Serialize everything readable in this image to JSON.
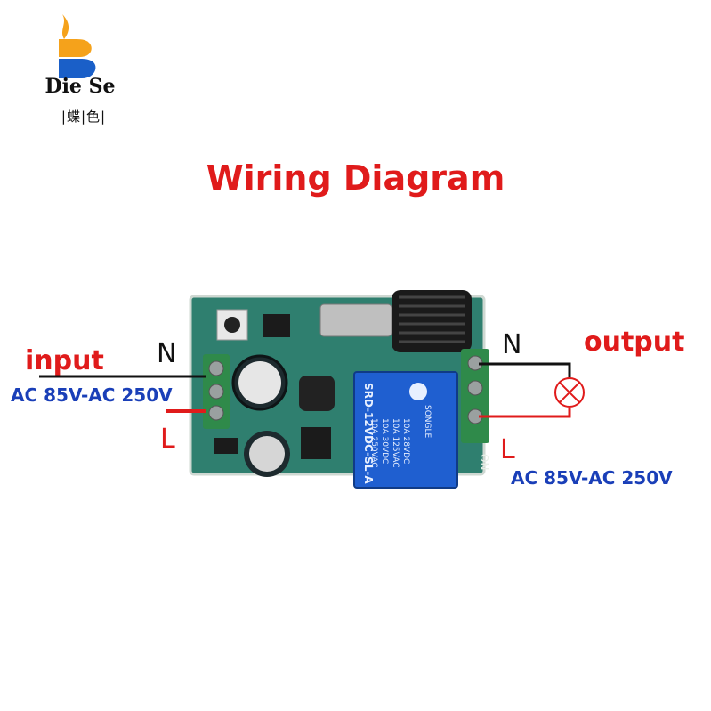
{
  "brand": {
    "name": "Die Se",
    "cjk": "|蝶|色|",
    "colors": {
      "orange": "#f5a21b",
      "blue": "#1a5fc8"
    }
  },
  "title": "Wiring Diagram",
  "input": {
    "label": "input",
    "voltage": "AC 85V-AC 250V",
    "neutral": "N",
    "live": "L"
  },
  "output": {
    "label": "output",
    "voltage": "AC 85V-AC 250V",
    "neutral": "N",
    "live": "L"
  },
  "relay": {
    "lines": [
      "10A 250VAC",
      "10A 30VDC",
      "10A 125VAC",
      "10A 28VDC"
    ],
    "model": "SRD-12VDC-SL-A",
    "brand": "SONGLE"
  },
  "board": {
    "marking": "ON",
    "colors": {
      "pcb": "#2f7f6f",
      "terminal": "#2f8a4a",
      "relay": "#1f5fd0"
    }
  },
  "colors": {
    "title": "#e01b1b",
    "wire_red": "#e01b1b",
    "wire_black": "#111111",
    "voltage_text": "#1a3fb8"
  }
}
